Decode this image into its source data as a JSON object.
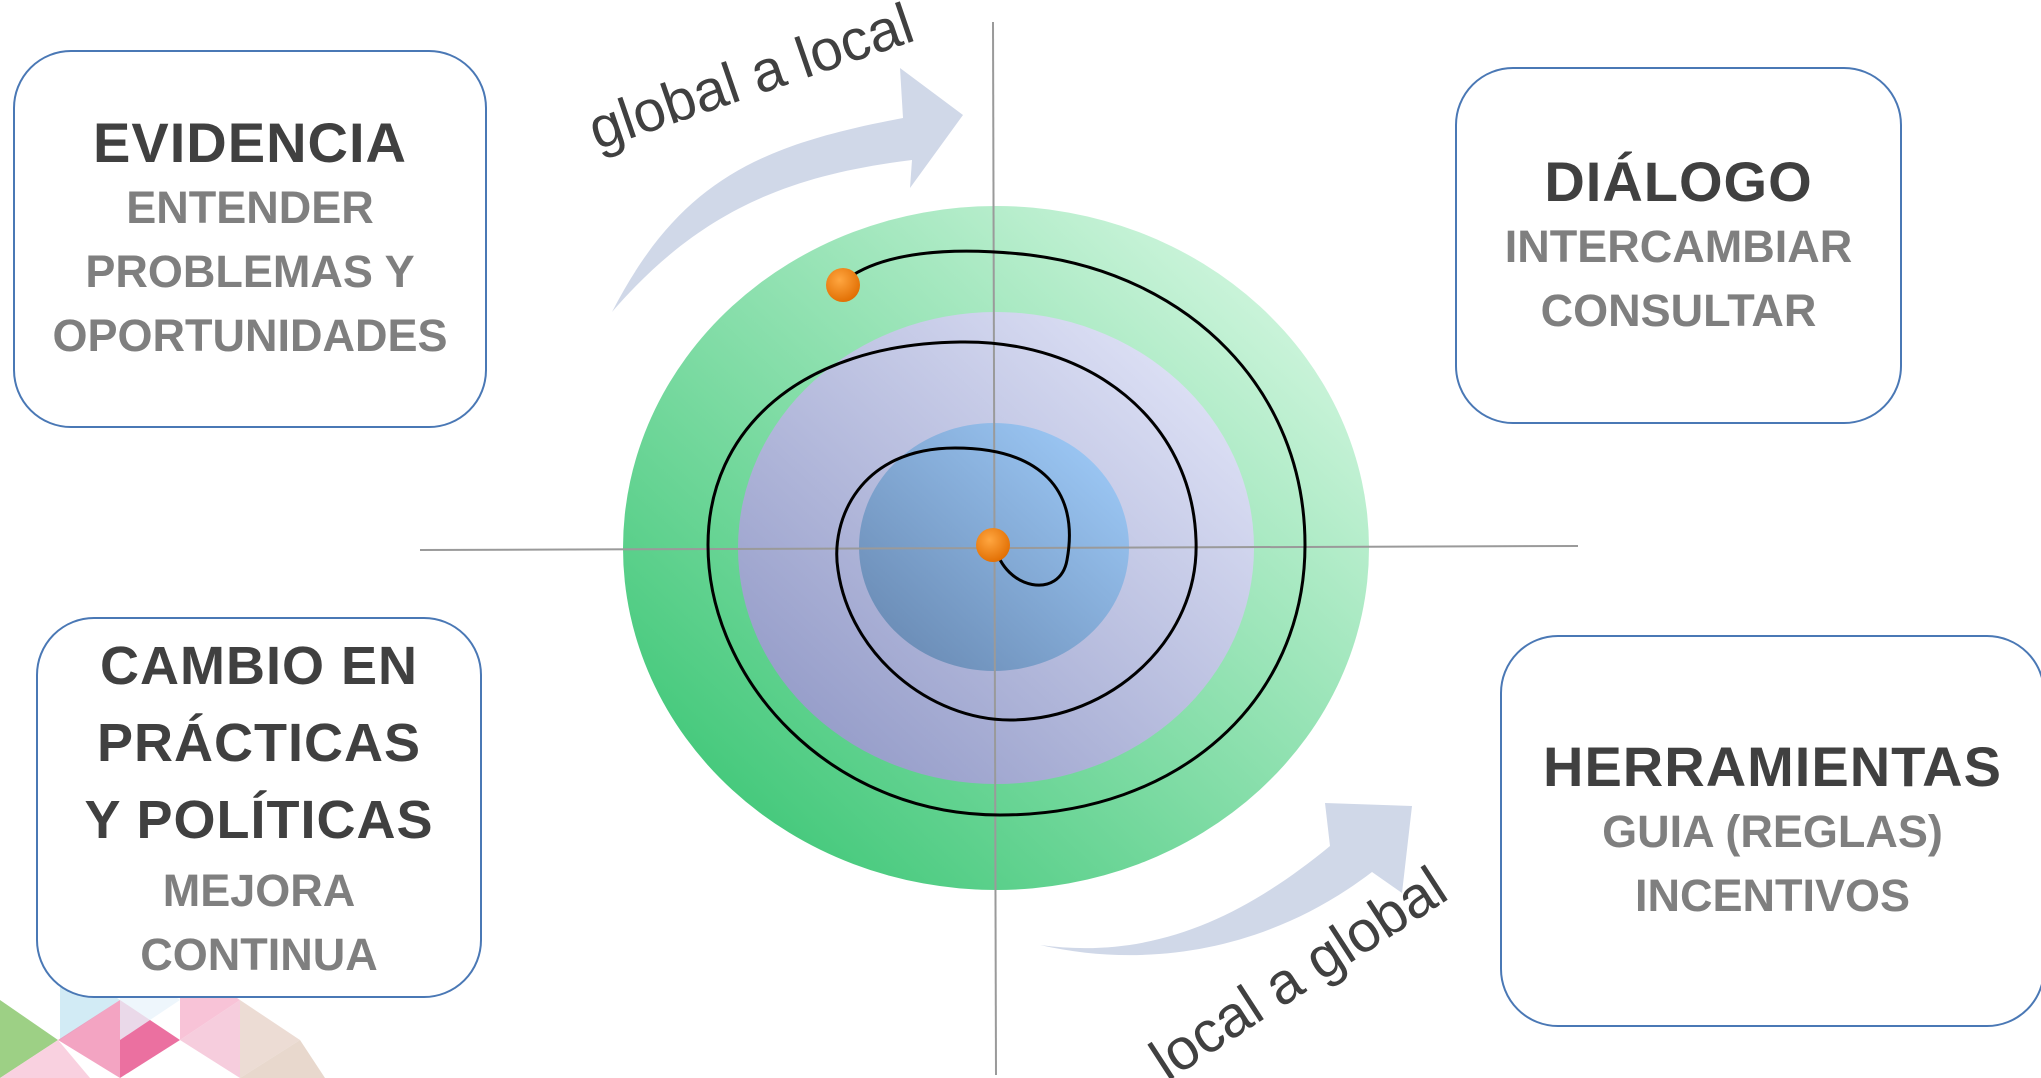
{
  "arrows": {
    "top": "global a local",
    "bottom": "local a global"
  },
  "boxes": {
    "evidencia": {
      "title": "EVIDENCIA",
      "lines": [
        "ENTENDER",
        "PROBLEMAS Y",
        "OPORTUNIDADES"
      ]
    },
    "dialogo": {
      "title": "DIÁLOGO",
      "lines": [
        "INTERCAMBIAR",
        "CONSULTAR"
      ]
    },
    "cambio": {
      "title_lines": [
        "CAMBIO EN",
        "PRÁCTICAS",
        "Y POLÍTICAS"
      ],
      "lines": [
        "MEJORA",
        "CONTINUA"
      ]
    },
    "herramientas": {
      "title": "HERRAMIENTAS",
      "lines": [
        "GUIA (REGLAS)",
        "INCENTIVOS"
      ]
    }
  },
  "colors": {
    "outer_ellipse_dark": "#2cc16a",
    "outer_ellipse_light": "#dcfbe6",
    "middle_ellipse_dark": "#8d97c6",
    "middle_ellipse_light": "#e4e8fb",
    "inner_ellipse_dark": "#6e8fba",
    "inner_ellipse_light": "#9ecbfb",
    "dot": "#f07d00",
    "arrow": "#d0d8e8",
    "box_border": "#4a78b5"
  }
}
